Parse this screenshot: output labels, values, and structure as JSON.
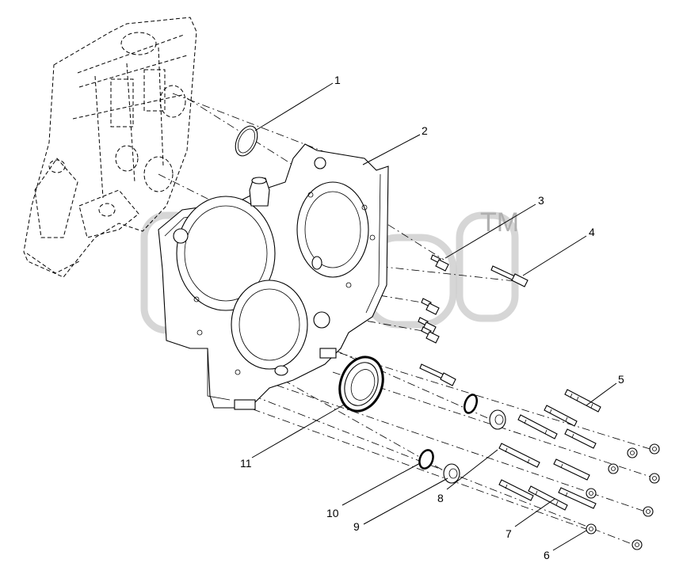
{
  "callouts": [
    {
      "label": "1"
    },
    {
      "label": "2"
    },
    {
      "label": "3"
    },
    {
      "label": "4"
    },
    {
      "label": "5"
    },
    {
      "label": "6"
    },
    {
      "label": "7"
    },
    {
      "label": "8"
    },
    {
      "label": "9"
    },
    {
      "label": "10"
    },
    {
      "label": "11"
    }
  ],
  "watermark": {
    "mark": "TM"
  },
  "colors": {
    "lines": "#000000",
    "watermark": "#c8c8c8",
    "background": "#ffffff"
  }
}
